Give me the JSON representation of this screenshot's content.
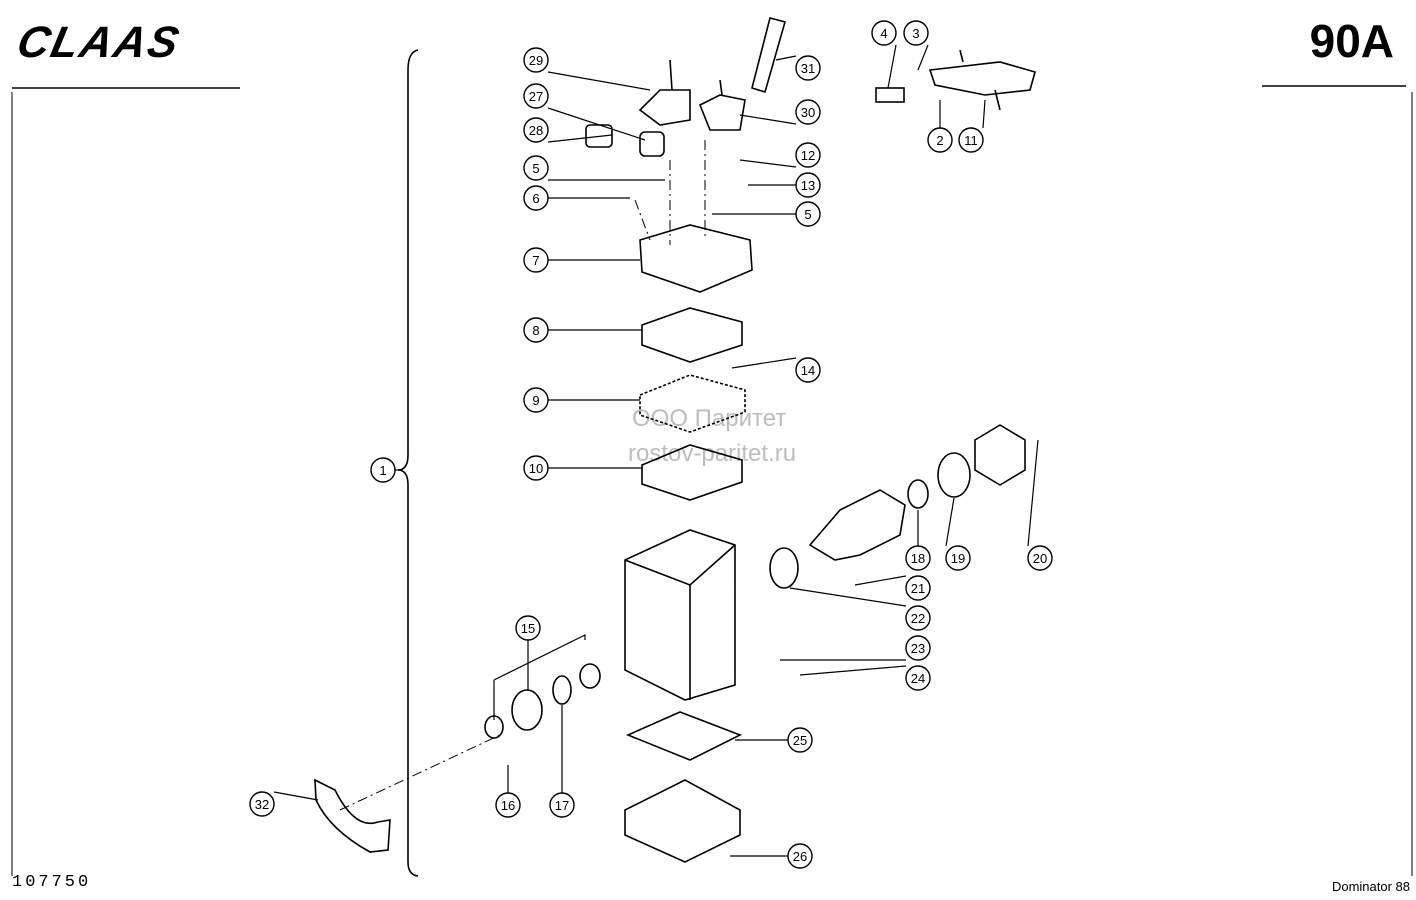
{
  "header": {
    "brand": "CLAAS",
    "page_number": "90A"
  },
  "footer": {
    "drawing_number": "107750",
    "model": "Dominator 88"
  },
  "watermark": {
    "line1": "ООО Паритет",
    "line2": "rostov-paritet.ru"
  },
  "callouts": [
    "1",
    "2",
    "3",
    "4",
    "5",
    "5",
    "6",
    "7",
    "8",
    "9",
    "10",
    "11",
    "12",
    "13",
    "14",
    "15",
    "16",
    "17",
    "18",
    "19",
    "20",
    "21",
    "22",
    "23",
    "24",
    "25",
    "26",
    "27",
    "28",
    "29",
    "30",
    "31",
    "32"
  ]
}
